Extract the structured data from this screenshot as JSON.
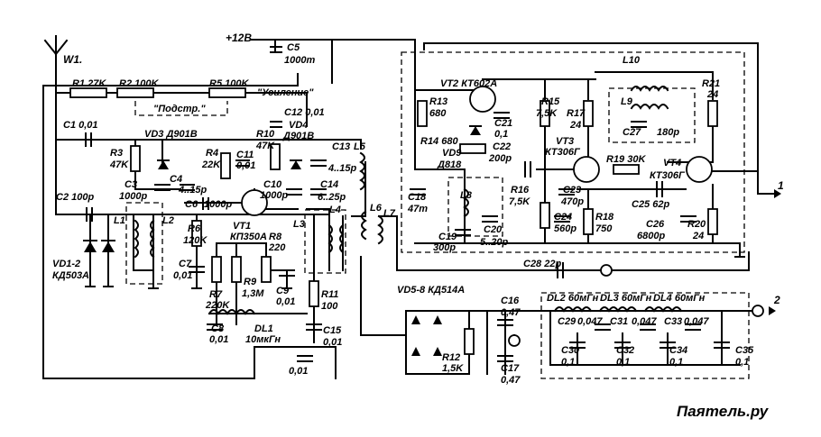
{
  "supply": {
    "voltage": "+12B"
  },
  "antenna": {
    "label": "W1."
  },
  "outputs": {
    "out1": "1",
    "out2": "2"
  },
  "watermark": "Паяmель.ру",
  "labels": {
    "C5": "C5",
    "C5v": "1000m",
    "R1": "R1 27K",
    "R2": "R2 100K",
    "R5": "R5 100K",
    "R5n": "\"Усиление\"",
    "podstr": "\"Подстр.\"",
    "C1": "C1 0,01",
    "C12": "C12 0,01",
    "VD4": "VD4",
    "VD4t": "Д901В",
    "VD3": "VD3 Д901В",
    "R3": "R3",
    "R3v": "47K",
    "R4": "R4",
    "R4v": "22K",
    "R10": "R10",
    "R10v": "47K",
    "C11": "C11",
    "C11v": "0,01",
    "C13": "C13",
    "C13v": "4..15p",
    "C14": "C14",
    "C14v": "6..25p",
    "L5": "L5",
    "C3": "C3",
    "C3v": "1000p",
    "C4": "C4",
    "C4v": "4..15p",
    "C10": "C10",
    "C10v": "1000p",
    "C2": "C2 100p",
    "C6": "C6",
    "C6v": "1000p",
    "L1": "L1",
    "L2": "L2",
    "L3": "L3",
    "L4": "L4",
    "L6": "L6",
    "L7": "L7",
    "VT1": "VT1",
    "VT1t": "КП350А",
    "R6": "R6",
    "R6v": "120K",
    "R8": "R8",
    "R8v": "220",
    "C7": "C7",
    "C7v": "0,01",
    "R7": "R7",
    "R7v": "220K",
    "R9": "R9",
    "R9v": "1,3M",
    "C9": "C9",
    "C9v": "0,01",
    "R11": "R11",
    "R11v": "100",
    "C8": "C8",
    "C8v": "0,01",
    "DL1": "DL1",
    "DL1v": "10мкГн",
    "C15": "C15",
    "C15v": "0,01",
    "C0": "0,01",
    "VD12": "VD1-2",
    "VD12t": "КД503А",
    "VT2": "VT2 КТ602А",
    "R13": "R13",
    "R13v": "680",
    "C21": "C21",
    "C21v": "0,1",
    "R15": "R15",
    "R15v": "7,5K",
    "R17": "R17",
    "R17v": "24",
    "L10": "L10",
    "L9": "L9",
    "R21": "R21",
    "R21v": "24",
    "C27": "C27",
    "C27v": "180p",
    "R14": "R14 680",
    "VD9": "VD9",
    "VD9t": "Д818",
    "C22": "C22",
    "C22v": "200p",
    "VT3": "VT3",
    "VT3t": "КТ306Г",
    "R19": "R19 30K",
    "VT4": "VT4",
    "VT4t": "КТ306Г",
    "C18": "C18",
    "C18v": "47m",
    "L8": "L8",
    "R16": "R16",
    "R16v": "7,5K",
    "C23": "C23",
    "C23v": "470p",
    "C25": "C25 62p",
    "C24": "C24",
    "C24v": "560p",
    "R18": "R18",
    "R18v": "750",
    "C26": "C26",
    "C26v": "6800p",
    "R20": "R20",
    "R20v": "24",
    "C19": "C19",
    "C19v": "300p",
    "C20": "C20",
    "C20v": "5..20p",
    "C28": "C28 22p",
    "VD58": "VD5-8 КД514А",
    "C16": "C16",
    "C16v": "0,47",
    "R12": "R12",
    "R12v": "1,5K",
    "C17": "C17",
    "C17v": "0,47",
    "DL2": "DL2 60мГн",
    "DL3": "DL3 60мГн",
    "DL4": "DL4 60мГн",
    "C29": "C29",
    "C29v": "0,047",
    "C31": "C31",
    "C31v": "0,047",
    "C33": "C33",
    "C33v": "0,047",
    "C30": "C30",
    "C30v": "0,1",
    "C32": "C32",
    "C32v": "0,1",
    "C34": "C34",
    "C34v": "0,1",
    "C35": "C35",
    "C35v": "0,1"
  }
}
